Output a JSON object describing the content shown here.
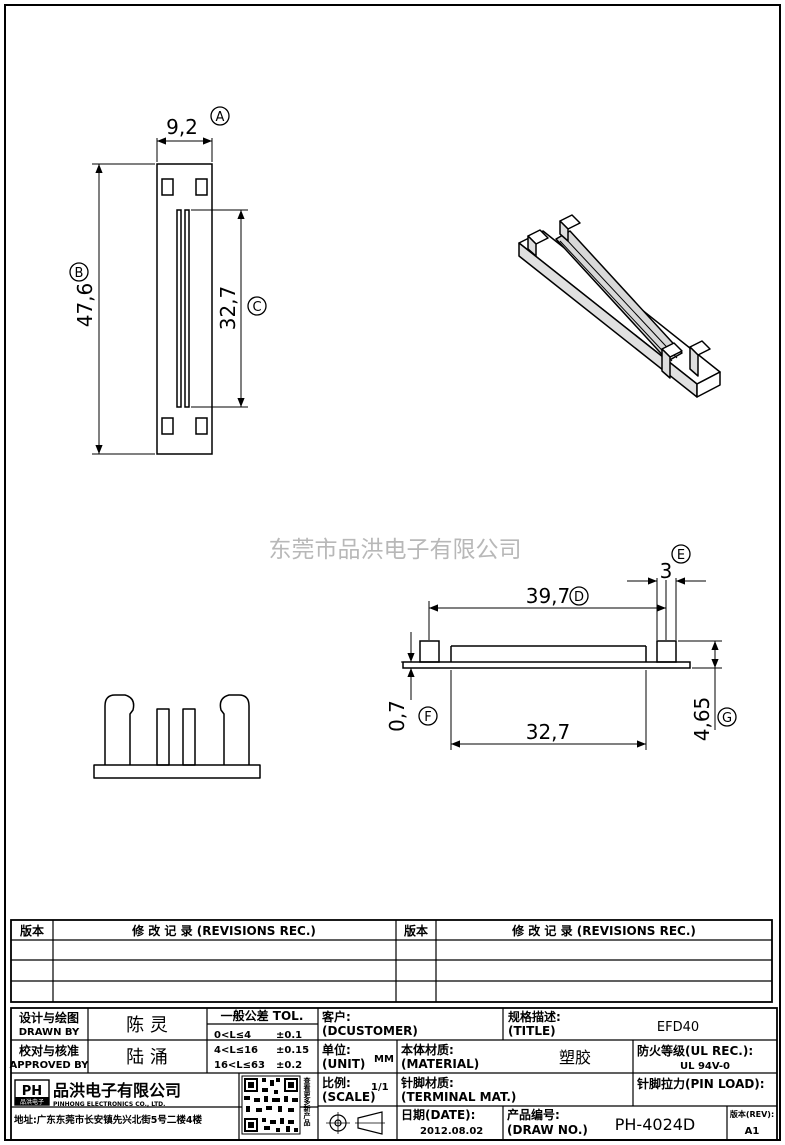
{
  "watermark": "东莞市品洪电子有限公司",
  "dims": {
    "width": "9,2",
    "width_tag": "A",
    "length": "47,6",
    "length_tag": "B",
    "slot": "32,7",
    "slot_tag": "C",
    "side_len": "39,7",
    "side_len_tag": "D",
    "pin_w": "3",
    "pin_w_tag": "E",
    "base_h": "0,7",
    "base_h_tag": "F",
    "total_h": "4,65",
    "total_h_tag": "G",
    "bottom_len": "32,7"
  },
  "revisions": {
    "ver_label": "版本",
    "rec_label": "修 改 记 录 (REVISIONS REC.)"
  },
  "title_block": {
    "design_label": "设计与绘图",
    "design_label_en": "DRAWN BY",
    "design_name": "陈 灵",
    "check_label": "校对与核准",
    "check_label_en": "APPROVED BY",
    "check_name": "陆 涌",
    "tol_label": "一般公差 TOL.",
    "tol_rows": [
      {
        "range": "0<L≤4",
        "val": "±0.1"
      },
      {
        "range": "4<L≤16",
        "val": "±0.15"
      },
      {
        "range": "16<L≤63",
        "val": "±0.2"
      }
    ],
    "customer_label": "客户:",
    "customer_label_en": "(DCUSTOMER)",
    "title_label": "规格描述:",
    "title_label_en": "(TITLE)",
    "title_value": "EFD40",
    "unit_label": "单位:",
    "unit_label_en": "(UNIT)",
    "unit_value": "MM",
    "material_label": "本体材质:",
    "material_label_en": "(MATERIAL)",
    "material_value": "塑胶",
    "ul_label": "防火等级(UL REC.):",
    "ul_value": "UL 94V-0",
    "scale_label": "比例:",
    "scale_label_en": "(SCALE)",
    "scale_value": "1/1",
    "terminal_label": "针脚材质:",
    "terminal_label_en": "(TERMINAL MAT.)",
    "pinload_label": "针脚拉力(PIN LOAD):",
    "date_label": "日期(DATE):",
    "date_value": "2012.08.02",
    "drawno_label": "产品编号:",
    "drawno_label_en": "(DRAW NO.)",
    "drawno_value": "PH-4024D",
    "rev_label": "版本(REV):",
    "rev_value": "A1",
    "company_name": "品洪电子有限公司",
    "company_en": "PINHONG ELECTRONICS CO., LTD.",
    "address": "地址:广东东莞市长安镇先兴北街5号二楼4楼",
    "qr_caption": "查看更多新产品",
    "logo_text": "PH",
    "logo_sub": "品洪电子"
  }
}
